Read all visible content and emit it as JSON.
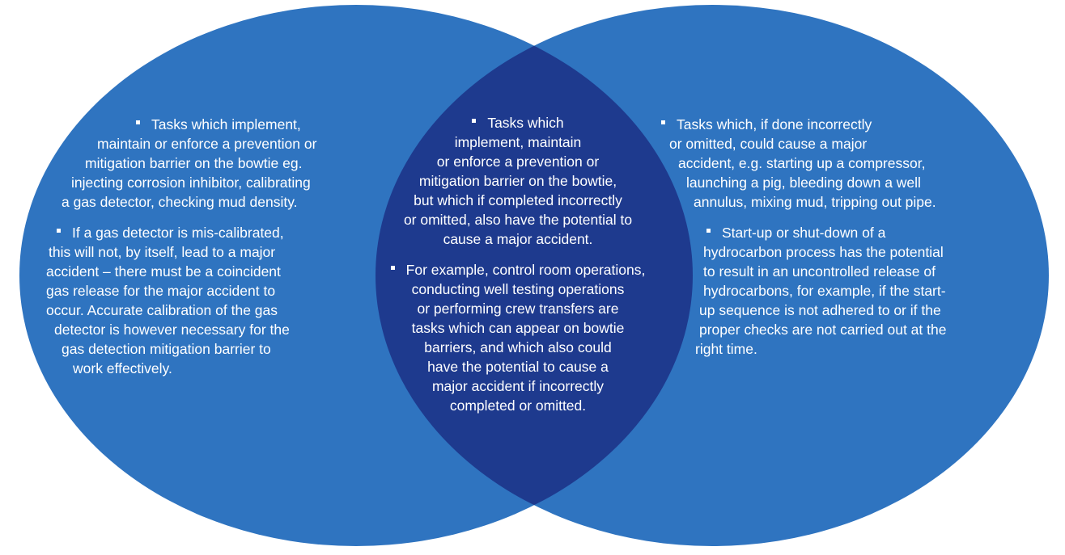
{
  "diagram": {
    "colors": {
      "circle_fill": "#2f74c0",
      "overlap_fill": "#1e3a8e",
      "text": "#ffffff"
    },
    "left_circle": {
      "bullet_1": [
        "Tasks which implement,",
        "maintain or enforce a prevention or",
        "mitigation barrier on the bowtie eg.",
        "injecting corrosion inhibitor, calibrating",
        "a gas detector, checking mud density."
      ],
      "bullet_2": [
        "If a gas detector is mis-calibrated,",
        "this will not, by itself, lead to a major",
        "accident – there must be a coincident",
        "gas release for the major accident to",
        "occur. Accurate calibration of the gas",
        "detector is however necessary for the",
        "gas detection mitigation barrier to",
        "work effectively."
      ]
    },
    "overlap": {
      "bullet_1": [
        "Tasks which",
        "implement, maintain",
        "or enforce a prevention or",
        "mitigation barrier on the bowtie,",
        "but which if completed incorrectly",
        "or omitted, also have the potential to",
        "cause a major accident."
      ],
      "bullet_2": [
        "For example, control room operations,",
        "conducting well testing operations",
        "or performing crew transfers are",
        "tasks which can appear on bowtie",
        "barriers, and which also could",
        "have the potential to cause a",
        "major accident if incorrectly",
        "completed or omitted."
      ]
    },
    "right_circle": {
      "bullet_1": [
        "Tasks which, if done incorrectly",
        "or omitted, could cause a major",
        "accident, e.g. starting up a compressor,",
        "launching a pig, bleeding down a well",
        "annulus, mixing mud, tripping out pipe."
      ],
      "bullet_2": [
        "Start-up or shut-down of a",
        "hydrocarbon process has the potential",
        "to result in an uncontrolled release of",
        "hydrocarbons, for example, if the start-",
        "up sequence is not adhered to or if the",
        "proper checks are not carried out at the",
        "right time."
      ]
    }
  }
}
